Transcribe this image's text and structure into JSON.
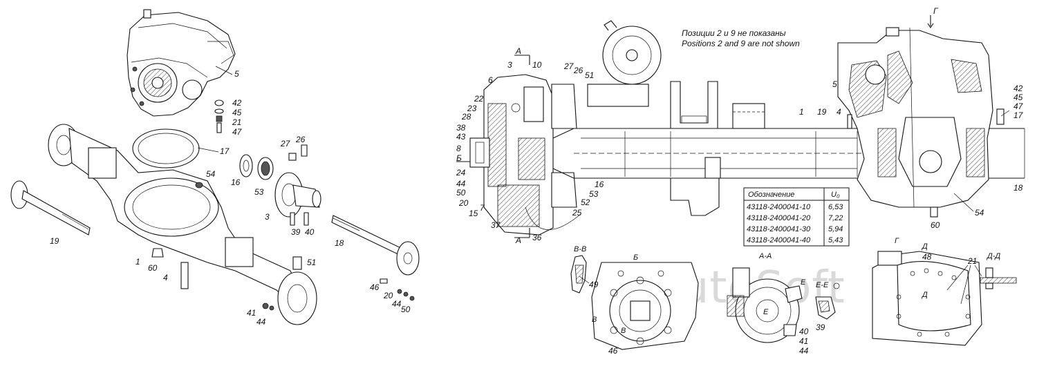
{
  "left_view": {
    "labels": [
      "5",
      "42",
      "45",
      "21",
      "47",
      "17",
      "26",
      "27",
      "54",
      "16",
      "53",
      "3",
      "39",
      "40",
      "18",
      "19",
      "1",
      "60",
      "4",
      "51",
      "46",
      "20",
      "44",
      "50",
      "41",
      "44"
    ]
  },
  "main_section": {
    "note_ru": "Позиции 2 и 9 не показаны",
    "note_en": "Positions 2 and 9 are not shown",
    "labels": [
      "А",
      "3",
      "10",
      "27",
      "26",
      "51",
      "6",
      "22",
      "23",
      "28",
      "38",
      "43",
      "8",
      "Б",
      "24",
      "44",
      "50",
      "20",
      "15",
      "7",
      "37",
      "А",
      "36",
      "25",
      "52",
      "53",
      "16",
      "1",
      "19",
      "4",
      "5",
      "42",
      "45",
      "47",
      "17",
      "18",
      "54",
      "60",
      "Г"
    ],
    "table": {
      "header": [
        "Обозначение",
        "U₀"
      ],
      "rows": [
        [
          "43118-2400041-10",
          "6,53"
        ],
        [
          "43118-2400041-20",
          "7,22"
        ],
        [
          "43118-2400041-30",
          "5,94"
        ],
        [
          "43118-2400041-40",
          "5,43"
        ]
      ]
    }
  },
  "detail_views": {
    "vv_title": "В-В",
    "b_title": "Б",
    "aa_title": "А-А",
    "ee_title": "Е-Е",
    "g_title": "Г",
    "dd_title": "Д-Д",
    "labels": [
      "49",
      "В",
      "В",
      "46",
      "Е",
      "Е",
      "40",
      "41",
      "44",
      "39",
      "48",
      "Д",
      "Д",
      "21"
    ]
  },
  "watermark": "AutoSoft"
}
